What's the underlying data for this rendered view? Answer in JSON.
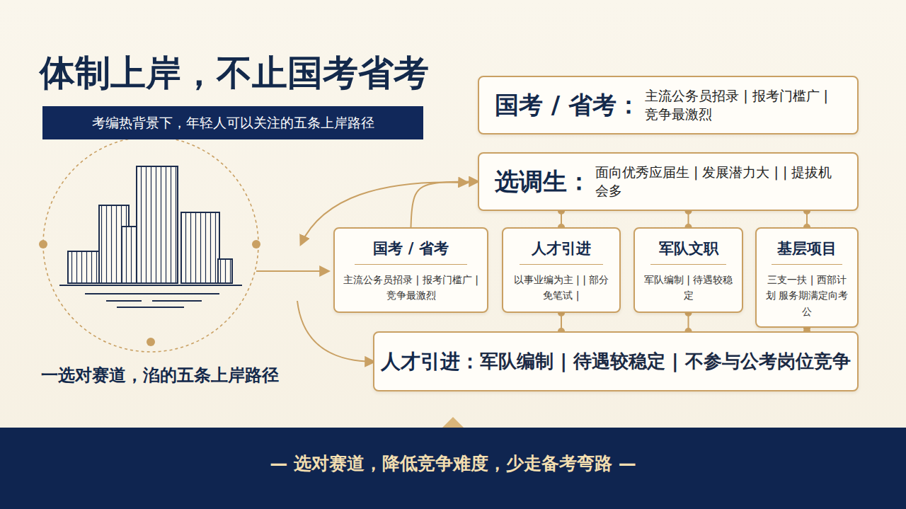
{
  "diagram": {
    "title": "体制上岸，不止国考省考",
    "nodes": [
      {
        "text": [
          "考编热背景下，年轻人可以关注的五条上岸路径"
        ]
      },
      {
        "text": [
          "国考 / 省考：",
          "主流公务员招录 | 报考门槛广 | 竞争最激烈"
        ]
      },
      {
        "text": [
          "选调生：",
          "面向优秀应届生 | 发展潜力大 | | 提拔机会多"
        ]
      },
      {
        "text": [
          "国考 / 省考",
          "主流公务员招录 | 报考门槛广 | 竞争最激烈"
        ]
      },
      {
        "text": [
          "人才引进",
          "以事业编为主 | | 部分免笔试 |"
        ]
      },
      {
        "text": [
          "军队文职",
          "军队编制 | 待遇较稳定"
        ]
      },
      {
        "text": [
          "基层项目",
          "三支一扶 | 西部计划 服务期满定向考公"
        ]
      },
      {
        "text": [
          "人才引进：",
          "军队编制 | 待遇较稳定 | 不参与公考岗位竞争"
        ]
      },
      {
        "text": [
          "— 选对赛道，降低竞争难度，少走备考弯路 —"
        ]
      }
    ],
    "edges": [
      {
        "from": 3,
        "to": 2,
        "arrow": "to"
      },
      {
        "from": 2,
        "to": 4,
        "arrow": "none"
      },
      {
        "from": 2,
        "to": 5,
        "arrow": "none"
      },
      {
        "from": 2,
        "to": 6,
        "arrow": "none"
      },
      {
        "from": 4,
        "to": 7,
        "arrow": "none"
      },
      {
        "from": 5,
        "to": 7,
        "arrow": "none"
      },
      {
        "from": 6,
        "to": 7,
        "arrow": "none"
      }
    ],
    "labels": [
      "一选对赛道，淊的五条上岸路径"
    ]
  }
}
